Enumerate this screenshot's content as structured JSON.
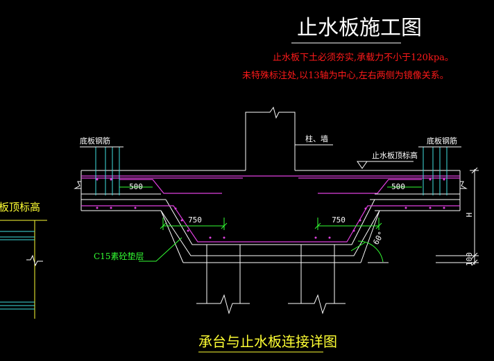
{
  "drawing": {
    "title": "止水板施工图",
    "notes": [
      "止水板下土必须夯实,承载力不小于120kpa。",
      "未特殊标注处,以13轴为中心,左右两侧为镜像关系。"
    ],
    "labels": {
      "column_wall": "柱、墙",
      "slab_top_elevation": "止水板顶标高",
      "bottom_rebar_left": "底板钢筋",
      "bottom_rebar_right": "底板钢筋",
      "cushion": "C15素砼垫层",
      "left_partial": "板顶标高",
      "detail_title": "承台与止水板连接详图"
    },
    "dimensions": {
      "left_500": "500",
      "right_500": "500",
      "left_750": "750",
      "right_750": "750",
      "angle": "60°",
      "height_h": "H",
      "dim_100": "100"
    },
    "colors": {
      "background": "#000000",
      "outline": "#ffffff",
      "rebar": "#e040e0",
      "reinforcement_bars": "#40e0e0",
      "dimension": "#33ff33",
      "leader": "#33ff33",
      "notes": "#ff1a1a",
      "detail_title": "#ffff33"
    }
  }
}
